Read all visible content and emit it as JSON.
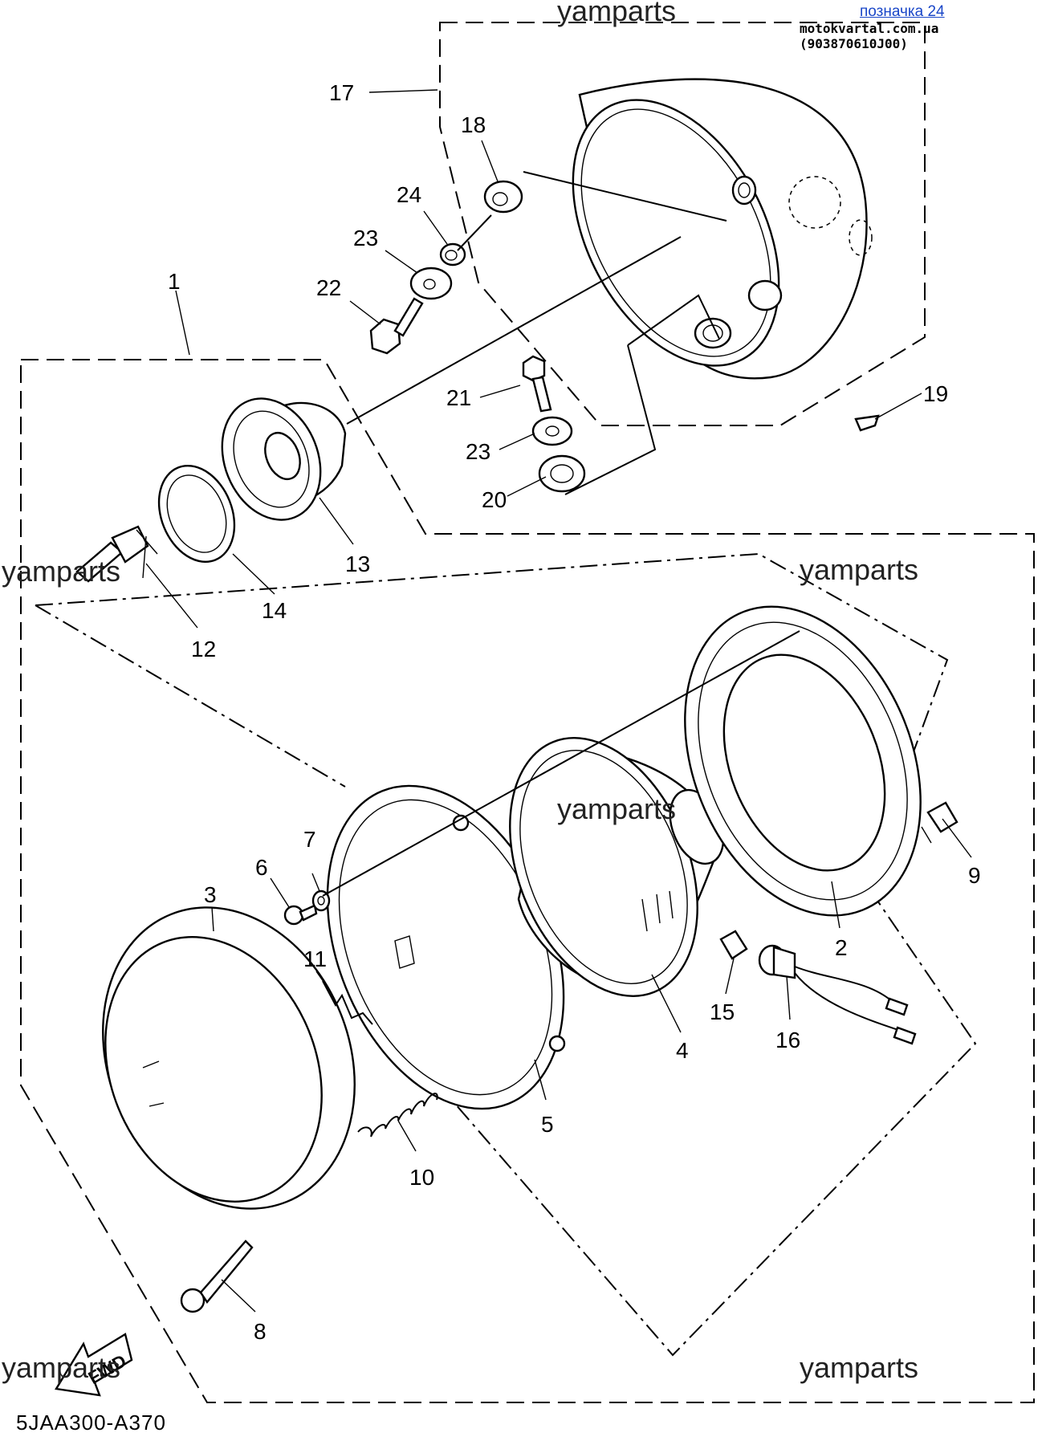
{
  "header": {
    "tag_link": "позначка 24",
    "tag_source": "motokvartal.com.ua (903870610J00)"
  },
  "watermarks": [
    "yamparts",
    "yamparts",
    "yamparts",
    "yamparts",
    "yamparts",
    "yamparts"
  ],
  "callouts": [
    "17",
    "18",
    "24",
    "23",
    "22",
    "1",
    "21",
    "19",
    "23",
    "20",
    "13",
    "14",
    "12",
    "7",
    "6",
    "3",
    "11",
    "9",
    "2",
    "15",
    "4",
    "16",
    "5",
    "10",
    "8"
  ],
  "fwd_label": "FWD",
  "diagram_code": "5JAA300-A370"
}
